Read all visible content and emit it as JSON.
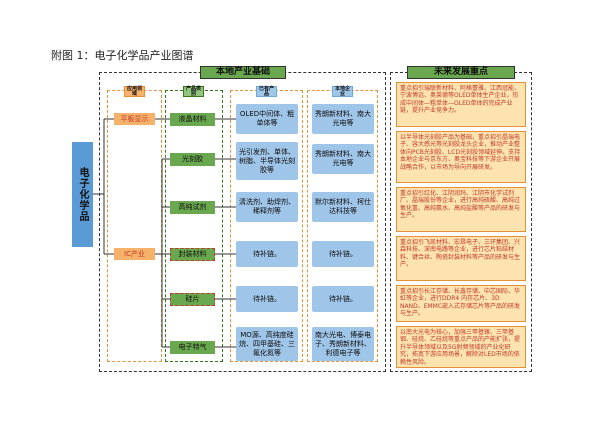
{
  "page": {
    "title": "附图 1：电子化学品产业图谱"
  },
  "headers": {
    "local_base": "本地产业基础",
    "future_focus": "未来发展重点"
  },
  "industry": {
    "label": "电子化学品"
  },
  "columns": {
    "field": "应用领域",
    "product": "产品类别",
    "existing": "已有产品",
    "local": "本地企业"
  },
  "fields": [
    {
      "label": "平板显示"
    },
    {
      "label": "IC产业"
    }
  ],
  "products": [
    {
      "label": "液晶材料"
    },
    {
      "label": "光刻胶"
    },
    {
      "label": "高纯试剂"
    },
    {
      "label": "封装材料"
    },
    {
      "label": "硅片"
    },
    {
      "label": "电子特气"
    }
  ],
  "existing": [
    {
      "text": "OLED中间体、粗单体等"
    },
    {
      "text": "光引发剂、单体、树脂、半导体光刻胶等"
    },
    {
      "text": "清洗剂、助焊剂、稀释剂等"
    },
    {
      "text": "待补链。"
    },
    {
      "text": "待补链。"
    },
    {
      "text": "MO源、高纯度硅烷、四甲基硅、三氟化氮等"
    }
  ],
  "local": [
    {
      "text": "秀朗新材料、南大光电等"
    },
    {
      "text": "秀朗新材料、南大光电等"
    },
    {
      "text": "默尔新材料、柯仕达科技等"
    },
    {
      "text": "待补链。"
    },
    {
      "text": "待补链。"
    },
    {
      "text": "南大光电、博泰电子、秀朗新材料、利德电子等"
    }
  ],
  "future": [
    {
      "text": "重点招引瑞联新材料、阿格蕾雅、江西冠能、宁波博远、奥莱德等OLED单体生产企业，形成中间体—粗单体—OLED单体的完成产业链，提升产业竞争力。"
    },
    {
      "text": "以半导体光刻胶产品为基础，重点招引晶瑞电子、容大感光等光刻胶龙头企业，推动产业整体向PCB光刻胶、LCD光刻胶领域延伸。支持本地企业与京东方、奥宝科技等下游企业开展战略合作，以市场为导向开展研发。"
    },
    {
      "text": "重点招引红化、江阴润玛、江阴市化学试剂厂、晶瑞股份等企业，进行高纯硫酸、高纯过氧化氢、高纯氨水、高纯盐酸等产品的研发与生产。"
    },
    {
      "text": "重点招引飞凯材料、宏昌电子、三环集团、兴森科技、深南电路等企业，进行芯片粘结材料、键合丝、陶瓷封装材料等产品的研发与生产。"
    },
    {
      "text": "重点招引长江存储、长鑫存储、中芯国际、华虹等企业，进行DDR4 内存芯片、3D NAND、EMMC嵌入式存储芯片等产品的研发与生产。"
    },
    {
      "text": "以南大光电为核心，加强三甲基镓、三甲基铟、硅烷、乙硅烷等重点产品的产能扩张，提升半导体领域以及5G射频领域的产业化研究，拓宽下游应用场景，解除对LED市场的依赖性风险。"
    }
  ],
  "colors": {
    "green": "#6aa84f",
    "orange": "#f6b26b",
    "blue": "#9fc5e8",
    "industry_blue": "#5b9bd5",
    "future_fill": "#fde3b0",
    "red_text": "#c0392b"
  }
}
